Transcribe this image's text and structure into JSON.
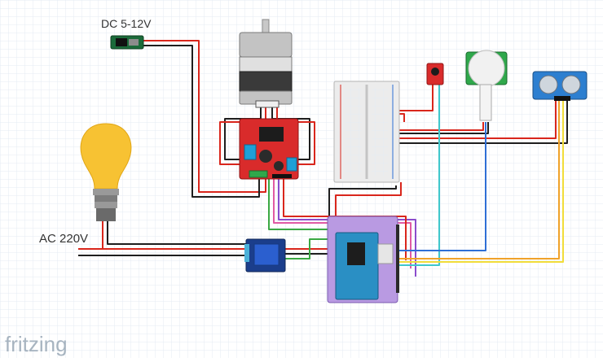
{
  "labels": {
    "dc_power": "DC 5-12V",
    "ac_power": "AC 220V",
    "brand": "fritzing"
  },
  "colors": {
    "grid": "#e4ebf3",
    "wire_red": "#d9261c",
    "wire_black": "#1e1e1e",
    "wire_green": "#3aa843",
    "wire_pink": "#e05aa4",
    "wire_purple": "#8b4ccc",
    "wire_cyan": "#3fc7cc",
    "wire_blue": "#2e6fd6",
    "wire_orange": "#f0a22a",
    "wire_yellow": "#f2dd3a",
    "driver_board": "#d92b2b",
    "arduino_shield": "#b99ae2",
    "arduino_board": "#2a8fc4",
    "sensor_board": "#2d7fd0",
    "bulb_glass": "#f7c233",
    "brand_text": "#a7b4c0"
  },
  "components": {
    "dc_jack": "dc-barrel-jack-icon",
    "stepper_motor": "stepper-motor-icon",
    "motor_driver": "l298n-driver-icon",
    "breadboard": "breadboard-icon",
    "sound_sensor": "sound-sensor-icon",
    "pir_sensor": "pir-sensor-icon",
    "ultrasonic_sensor": "ultrasonic-sensor-icon",
    "light_bulb": "light-bulb-icon",
    "relay_module": "relay-module-icon",
    "arduino": "arduino-board-icon"
  }
}
